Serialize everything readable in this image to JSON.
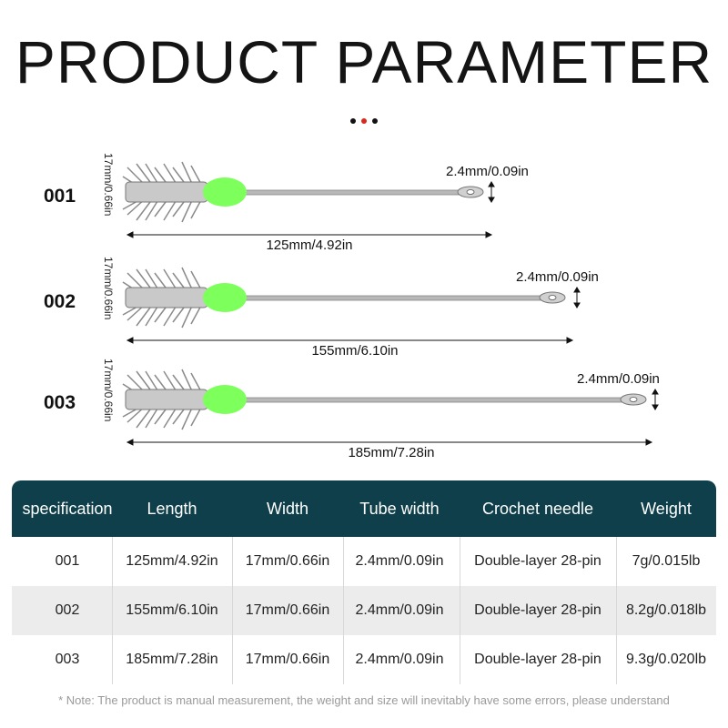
{
  "title": "PRODUCT PARAMETER",
  "products": [
    {
      "code": "001",
      "width_label": "17mm/0.66in",
      "tube_label": "2.4mm/0.09in",
      "length_label": "125mm/4.92in"
    },
    {
      "code": "002",
      "width_label": "17mm/0.66in",
      "tube_label": "2.4mm/0.09in",
      "length_label": "155mm/6.10in"
    },
    {
      "code": "003",
      "width_label": "17mm/0.66in",
      "tube_label": "2.4mm/0.09in",
      "length_label": "185mm/7.28in"
    }
  ],
  "table": {
    "headers": [
      "specification",
      "Length",
      "Width",
      "Tube width",
      "Crochet needle",
      "Weight"
    ],
    "rows": [
      [
        "001",
        "125mm/4.92in",
        "17mm/0.66in",
        "2.4mm/0.09in",
        "Double-layer 28-pin",
        "7g/0.015lb"
      ],
      [
        "002",
        "155mm/6.10in",
        "17mm/0.66in",
        "2.4mm/0.09in",
        "Double-layer 28-pin",
        "8.2g/0.018lb"
      ],
      [
        "003",
        "185mm/7.28in",
        "17mm/0.66in",
        "2.4mm/0.09in",
        "Double-layer 28-pin",
        "9.3g/0.020lb"
      ]
    ]
  },
  "note": "* Note: The product is manual measurement, the weight and size will inevitably have some errors, please understand",
  "colors": {
    "header_bg": "#0e3f4a",
    "row_alt": "#ececec",
    "bead": "#7dff5c",
    "accent_dot": "#d52a1e"
  }
}
